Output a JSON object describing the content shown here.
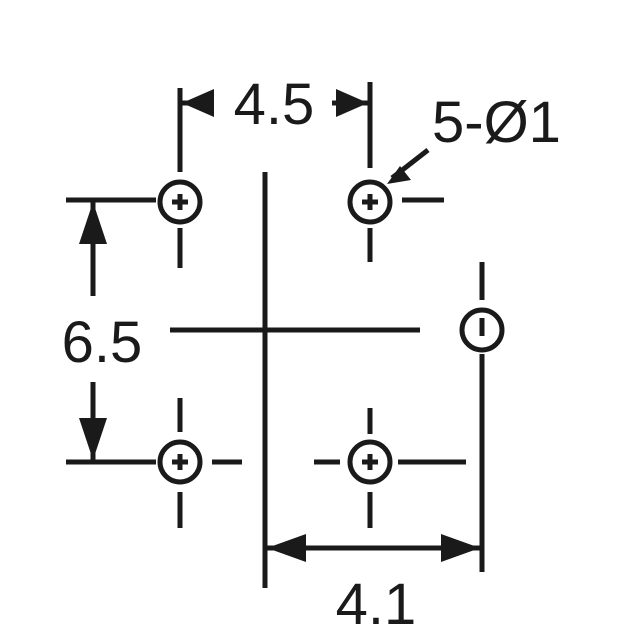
{
  "diagram": {
    "colors": {
      "ink": "#1a1a1a",
      "background": "#ffffff"
    },
    "dimensions": {
      "horizontal_pitch": "4.5",
      "vertical_pitch": "6.5",
      "bottom_offset": "4.1",
      "hole_callout": "5-Ø1"
    },
    "holes": {
      "count": 5,
      "symbol": "circle-with-center-mark"
    }
  }
}
